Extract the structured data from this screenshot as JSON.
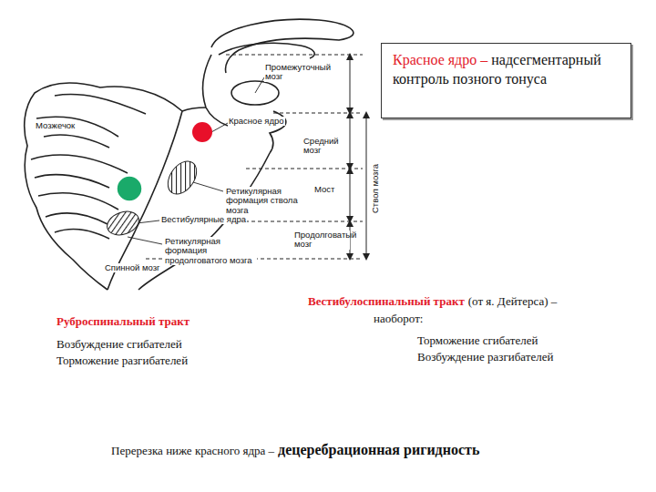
{
  "diagram": {
    "nodes": [
      {
        "text": [
          "Красное ядро –",
          "надсегментарный контроль позного тонуса"
        ]
      }
    ],
    "labels": [
      "Промежуточный мозг",
      "Мозжечок",
      "Красное ядро",
      "Средний мозг",
      "Ретикулярная формация ствола мозга",
      "Мост",
      "Вестибулярные ядра",
      "Продолговатый мозг",
      "Ретикулярная формация продолговатого мозга",
      "Спинной мозг",
      "Ствол мозга",
      "Руброспинальный тракт",
      "Возбуждение сгибателей",
      "Торможение разгибателей",
      "Вестибулоспинальный тракт",
      "(от я. Дейтерса) –",
      "наоборот:",
      "Торможение сгибателей",
      "Возбуждение разгибателей",
      "Перерезка ниже красного ядра –",
      "децеребрационная ригидность"
    ]
  }
}
